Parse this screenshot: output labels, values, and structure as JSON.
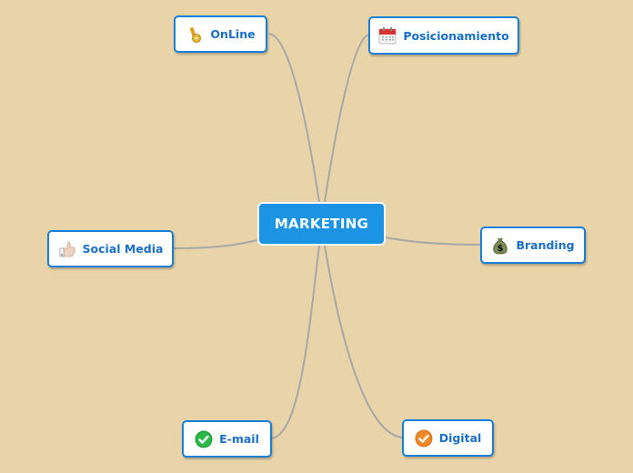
{
  "canvas": {
    "background": "#e8d4a8",
    "link_color": "#a8a8a8",
    "node_border": "#1a7fd6",
    "node_text": "#1a6fc7",
    "central_fill": "#1b94e3"
  },
  "central": {
    "label": "MARKETING"
  },
  "nodes": [
    {
      "id": "online",
      "label": "OnLine",
      "icon": "key-icon"
    },
    {
      "id": "posicionamiento",
      "label": "Posicionamiento",
      "icon": "calendar-icon"
    },
    {
      "id": "social-media",
      "label": "Social Media",
      "icon": "thumbs-up-icon"
    },
    {
      "id": "branding",
      "label": "Branding",
      "icon": "money-bag-icon"
    },
    {
      "id": "email",
      "label": "E-mail",
      "icon": "green-check-icon"
    },
    {
      "id": "digital",
      "label": "Digital",
      "icon": "orange-check-icon"
    }
  ]
}
